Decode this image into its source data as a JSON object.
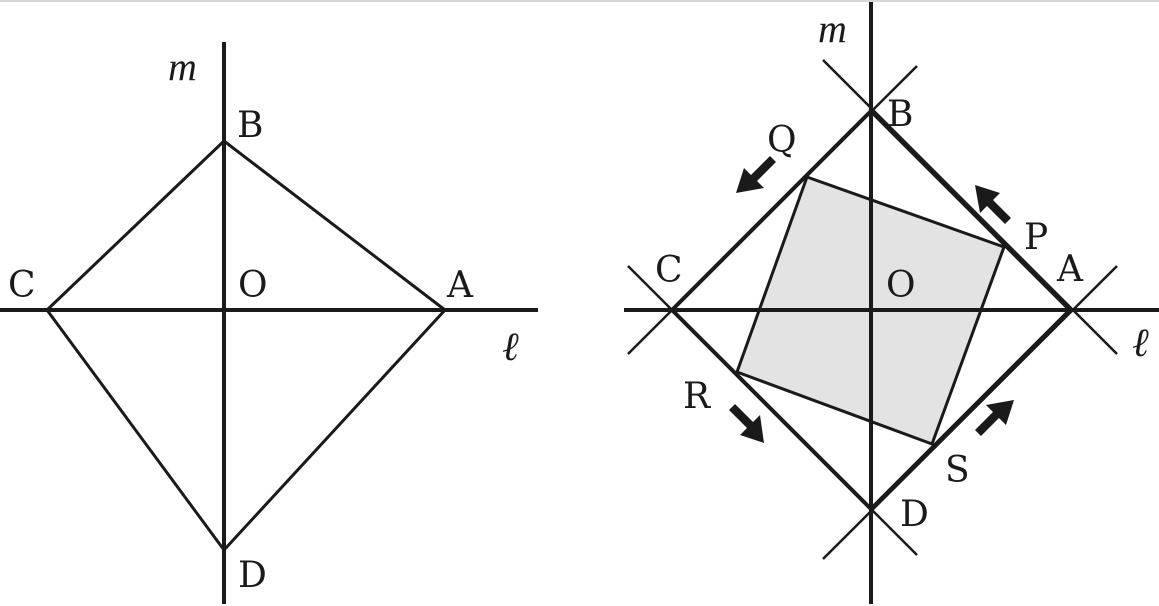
{
  "left_figure": {
    "points": {
      "A": "A",
      "B": "B",
      "C": "C",
      "D": "D",
      "O": "O"
    },
    "axes": {
      "horizontal": "ℓ",
      "vertical": "m"
    }
  },
  "right_figure": {
    "points": {
      "A": "A",
      "B": "B",
      "C": "C",
      "D": "D",
      "O": "O",
      "P": "P",
      "Q": "Q",
      "R": "R",
      "S": "S"
    },
    "axes": {
      "horizontal": "ℓ",
      "vertical": "m"
    },
    "square_fill": "#e3e3e3"
  },
  "colors": {
    "ink": "#1a1a1a",
    "background": "#ffffff"
  }
}
